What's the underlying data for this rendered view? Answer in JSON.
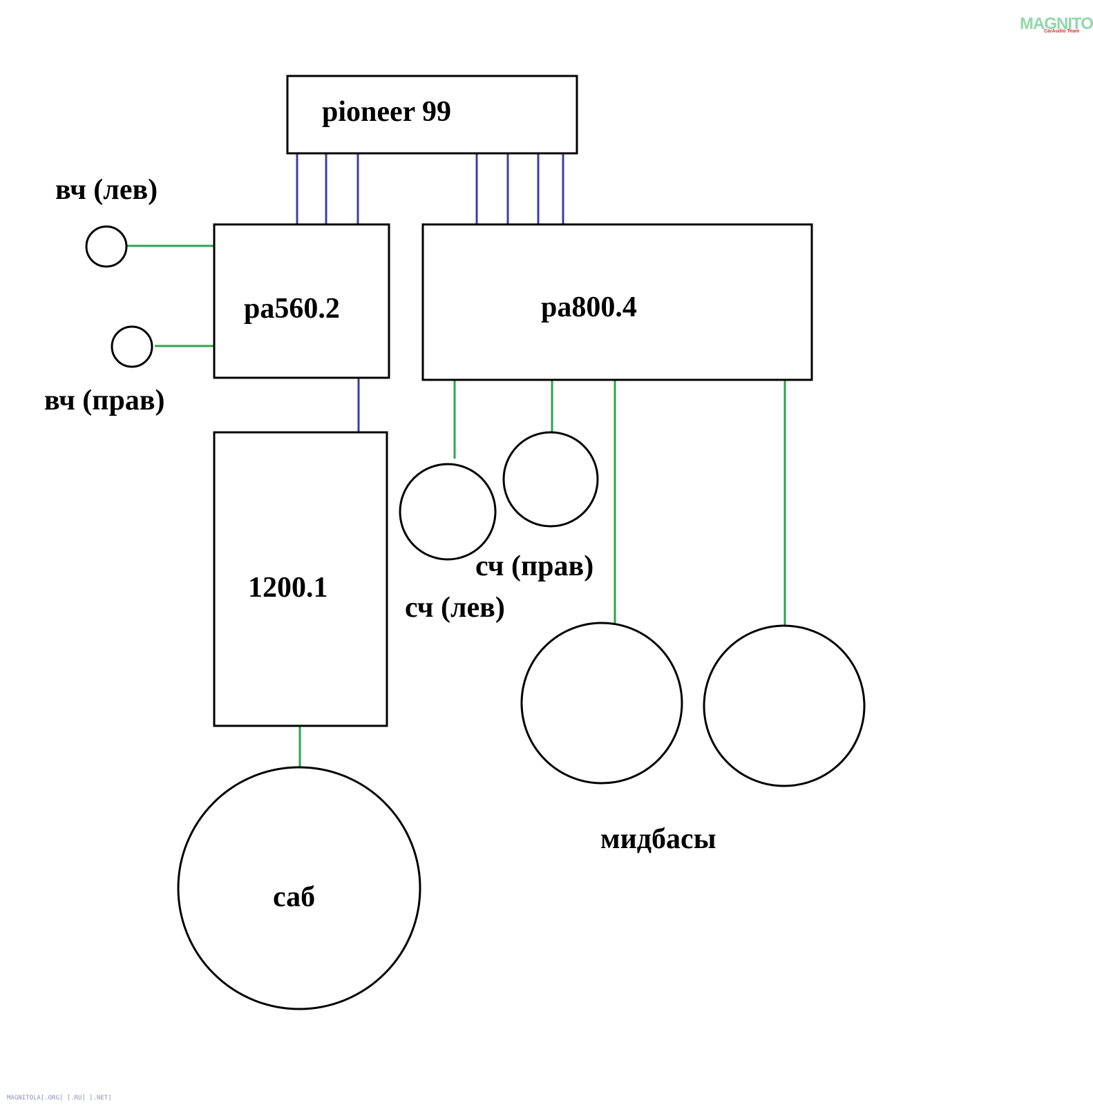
{
  "head_unit": {
    "label": "pioneer 99"
  },
  "amplifiers": {
    "amp_2ch": {
      "label": "pa560.2"
    },
    "amp_4ch": {
      "label": "pa800.4"
    },
    "amp_mono": {
      "label": "1200.1"
    }
  },
  "speakers": {
    "tweeter_left": {
      "label": "вч (лев)"
    },
    "tweeter_right": {
      "label": "вч (прав)"
    },
    "mid_left": {
      "label": "сч (лев)"
    },
    "mid_right": {
      "label": "сч (прав)"
    },
    "midbass": {
      "label": "мидбасы"
    },
    "sub": {
      "label": "саб"
    }
  },
  "watermark": {
    "logo": "MAGNITOLA",
    "sub": "CarAudio Team",
    "footer": "MAGNITOLA[.ORG] [.RU] [.NET]"
  },
  "colors": {
    "signal_wire": "#3b3f9e",
    "speaker_wire": "#2ea34f",
    "outline": "#000000",
    "background": "#ffffff"
  }
}
